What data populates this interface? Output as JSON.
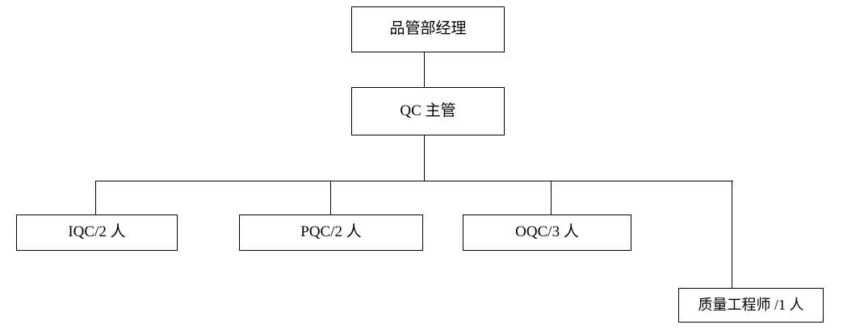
{
  "chart_data": {
    "type": "diagram",
    "subtype": "organizational-chart",
    "title": "",
    "orientation": "top-down",
    "nodes": [
      {
        "id": "manager",
        "label": "品管部经理",
        "level": 0
      },
      {
        "id": "qc_super",
        "label": "QC 主管",
        "level": 1
      },
      {
        "id": "iqc",
        "label": "IQC/2 人",
        "level": 2,
        "role": "IQC",
        "headcount": 2
      },
      {
        "id": "pqc",
        "label": "PQC/2 人",
        "level": 2,
        "role": "PQC",
        "headcount": 2
      },
      {
        "id": "oqc",
        "label": "OQC/3 人",
        "level": 2,
        "role": "OQC",
        "headcount": 3
      },
      {
        "id": "quality_eng",
        "label": "质量工程师 /1 人",
        "level": 2,
        "role": "质量工程师",
        "headcount": 1
      }
    ],
    "edges": [
      {
        "from": "manager",
        "to": "qc_super"
      },
      {
        "from": "qc_super",
        "to": "iqc"
      },
      {
        "from": "qc_super",
        "to": "pqc"
      },
      {
        "from": "qc_super",
        "to": "oqc"
      },
      {
        "from": "qc_super",
        "to": "quality_eng"
      }
    ],
    "style": {
      "box_fill": "#ffffff",
      "box_border": "#000000",
      "line_color": "#000000",
      "text_color": "#000000",
      "background": "#ffffff"
    }
  },
  "diagram": {
    "manager": {
      "label": "品管部经理"
    },
    "qc_supervisor": {
      "label": "QC 主管"
    },
    "iqc": {
      "label": "IQC/2 人"
    },
    "pqc": {
      "label": "PQC/2 人"
    },
    "oqc": {
      "label": "OQC/3 人"
    },
    "quality_engineer": {
      "label": "质量工程师 /1 人"
    }
  }
}
